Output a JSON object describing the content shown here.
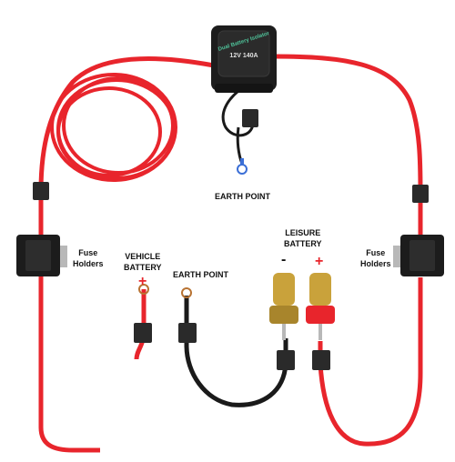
{
  "colors": {
    "cable_red": "#e8252c",
    "cable_black": "#1a1a1a",
    "clip_black": "#2a2a2a",
    "brass": "#c9a23b",
    "copper": "#b87333",
    "plus_red": "#e8252c"
  },
  "isolator": {
    "label_line1": "Dual Battery Isolator",
    "label_line2": "12V 140A"
  },
  "labels": {
    "earth_point_top": "EARTH POINT",
    "earth_point_middle": "EARTH POINT",
    "vehicle_battery": "VEHICLE\nBATTERY",
    "leisure_battery": "LEISURE\nBATTERY",
    "fuse_holders_left": "Fuse\nHolders",
    "fuse_holders_right": "Fuse\nHolders",
    "vehicle_plus": "+",
    "leisure_minus": "-",
    "leisure_plus": "+"
  },
  "icons": [
    "battery-isolator-icon",
    "fuse-holder-icon",
    "battery-terminal-icon",
    "ring-terminal-icon",
    "cable-clip-icon"
  ]
}
